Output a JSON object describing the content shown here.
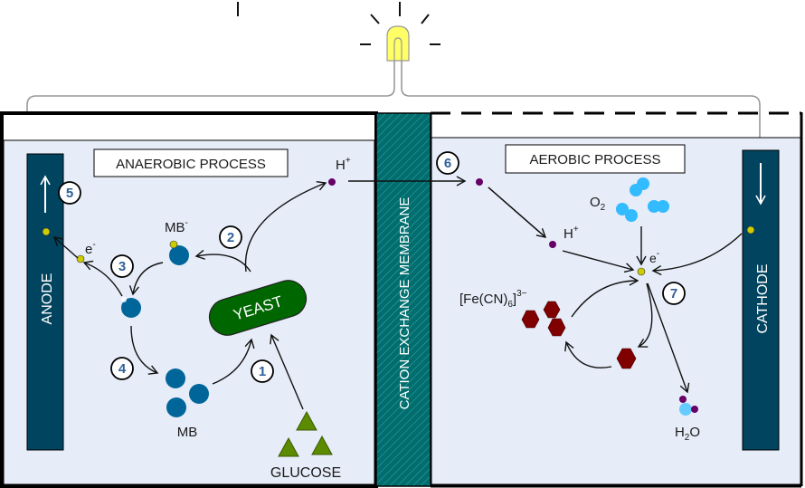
{
  "title": "Yeast microbial fuel cell schematic",
  "labels": {
    "anaerobic": "ANAEROBIC PROCESS",
    "aerobic": "AEROBIC PROCESS",
    "membrane": "CATION EXCHANGE MEMBRANE",
    "anode": "ANODE",
    "cathode": "CATHODE",
    "yeast": "YEAST",
    "glucose": "GLUCOSE",
    "mb": "MB",
    "mb_reduced": "MB",
    "mb_reduced_sup": "-",
    "electron": "e",
    "electron_sup": "-",
    "proton": "H",
    "proton_sup": "+",
    "oxygen": "O",
    "oxygen_sub": "2",
    "water_h": "H",
    "water_sub": "2",
    "water_o": "O",
    "ferricyanide_main": "[Fe(CN)",
    "ferricyanide_sub": "6",
    "ferricyanide_close": "]",
    "ferricyanide_sup": "3−"
  },
  "steps": [
    "1",
    "2",
    "3",
    "4",
    "5",
    "6",
    "7"
  ],
  "colors": {
    "chamber_fill": "#e6ecf8",
    "electrode": "#00445f",
    "membrane": "#006e6e",
    "yeast": "#006600",
    "glucose": "#5c8a00",
    "mb": "#006699",
    "electron": "#cccc00",
    "proton": "#660066",
    "oxygen": "#33bbff",
    "ferricyanide": "#800000",
    "bulb": "#ffff66",
    "wire": "#999999"
  }
}
